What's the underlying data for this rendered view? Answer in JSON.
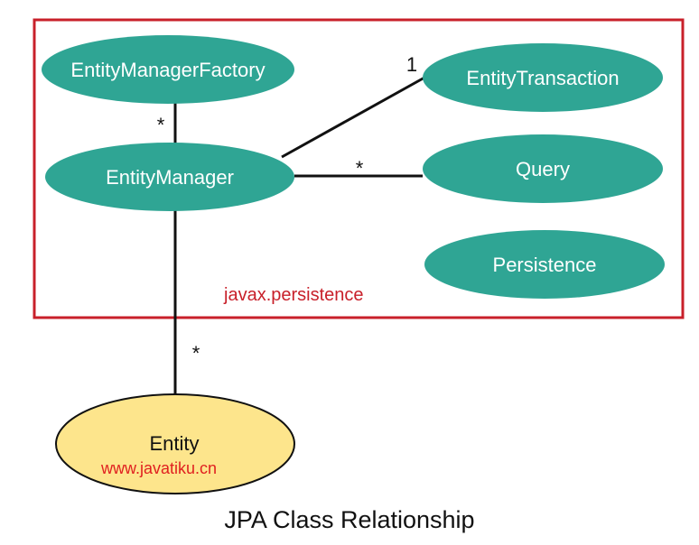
{
  "diagram": {
    "package_label": "javax.persistence",
    "caption": "JPA Class Relationship",
    "watermark": "www.javatiku.cn",
    "nodes": {
      "emf": "EntityManagerFactory",
      "em": "EntityManager",
      "et": "EntityTransaction",
      "query": "Query",
      "persistence": "Persistence",
      "entity": "Entity"
    },
    "multiplicities": {
      "emf_em": "*",
      "em_et": "1",
      "em_query": "*",
      "em_entity": "*"
    },
    "colors": {
      "node_fill": "#2fa594",
      "entity_fill": "#fde58c",
      "package_border": "#c8202a",
      "edge": "#111111"
    }
  }
}
